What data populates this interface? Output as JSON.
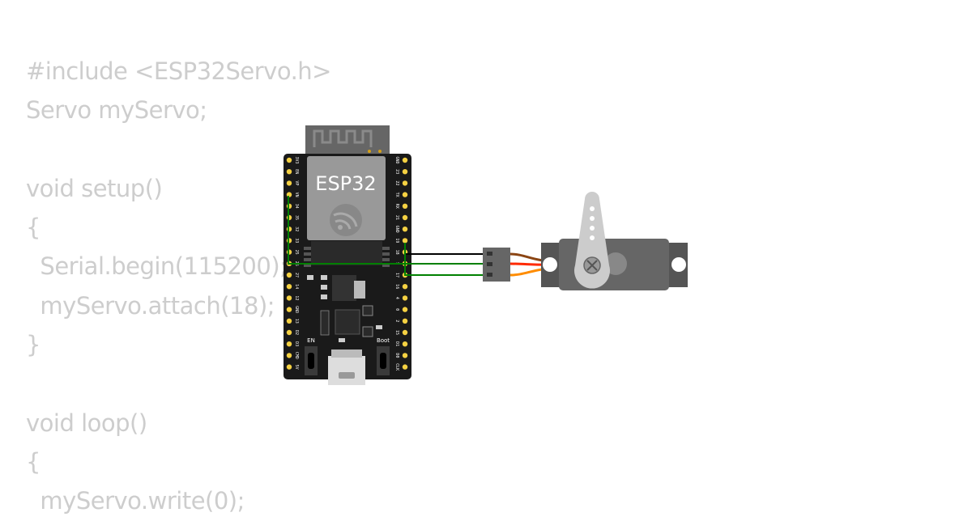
{
  "code": {
    "lines": [
      "#include <ESP32Servo.h>",
      "Servo myServo;",
      "",
      "void setup()",
      "{",
      "  Serial.begin(115200);",
      "  myServo.attach(18);",
      "}",
      "",
      "void loop()",
      "{",
      "  myServo.write(0);"
    ]
  },
  "board": {
    "chip_label": "ESP32",
    "button_en": "EN",
    "button_boot": "Boot",
    "left_pins": [
      "3V3",
      "EN",
      "VP",
      "VN",
      "34",
      "35",
      "32",
      "33",
      "25",
      "26",
      "27",
      "14",
      "12",
      "GND",
      "13",
      "D2",
      "D3",
      "CMD",
      "5V"
    ],
    "right_pins": [
      "GND",
      "23",
      "22",
      "TX",
      "RX",
      "21",
      "GND",
      "19",
      "18",
      "5",
      "17",
      "16",
      "4",
      "0",
      "2",
      "15",
      "D1",
      "D0",
      "CLK"
    ],
    "pcb_color": "#1a1a1a",
    "pin_color": "#f5d142"
  },
  "servo": {
    "body_color": "#666666",
    "horn_color": "#cccccc"
  },
  "wires": {
    "gnd_color": "#000000",
    "vcc_color": "#ff0000",
    "signal_color": "#008000",
    "servo_brown": "#8b4513",
    "servo_red": "#ff2a00",
    "servo_orange": "#ff8c00"
  }
}
